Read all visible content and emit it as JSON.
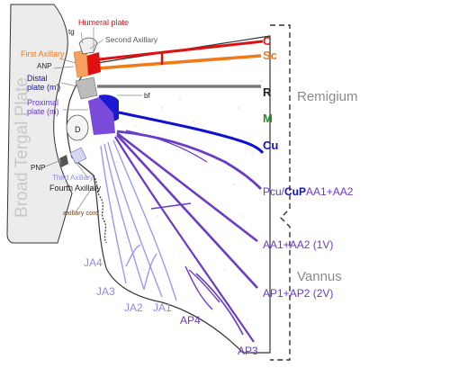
{
  "colors": {
    "costa": "#e01010",
    "subcosta": "#f07a1a",
    "radius": "#7a7a7a",
    "media": "#2a8a2a",
    "cubitus": "#1010d0",
    "anal": "#6a3ac8",
    "jugal": "#8a8ae8",
    "plate": "#ececec",
    "outline": "#333333",
    "bracket": "#333333",
    "region_text": "#8a8a8a",
    "small_label": "#444444"
  },
  "plate": {
    "broad_tergal_plate": "Broad Tergal Plate",
    "humeral_plate": "Humeral plate",
    "tg": "tg",
    "second_axillary": "Second Axillary",
    "first_axillary": "First Axillary",
    "anp": "ANP",
    "distal_plate": "Distal\nplate (m')",
    "proximal_plate": "Proximal\nplate (m)",
    "bf": "bf",
    "d": "D",
    "pnp": "PNP",
    "third_axillary": "Third Axillary",
    "fourth_axillary": "Fourth Axillary",
    "axillary_cord": "axillary cord"
  },
  "veins": {
    "c": "C",
    "sc": "Sc",
    "r": "R",
    "m": "M",
    "cu": "Cu",
    "pcu_prefix": "Pcu/",
    "cup": "CuP",
    "aa1_aa2": "AA1+AA2",
    "aa1_aa2_1v": "AA1+AA2 (1V)",
    "ap1_ap2_2v": "AP1+AP2 (2V)",
    "ap3": "AP3",
    "ap4": "AP4",
    "ja1": "JA1",
    "ja2": "JA2",
    "ja3": "JA3",
    "ja4": "JA4"
  },
  "regions": {
    "remigium": "Remigium",
    "vannus": "Vannus"
  }
}
